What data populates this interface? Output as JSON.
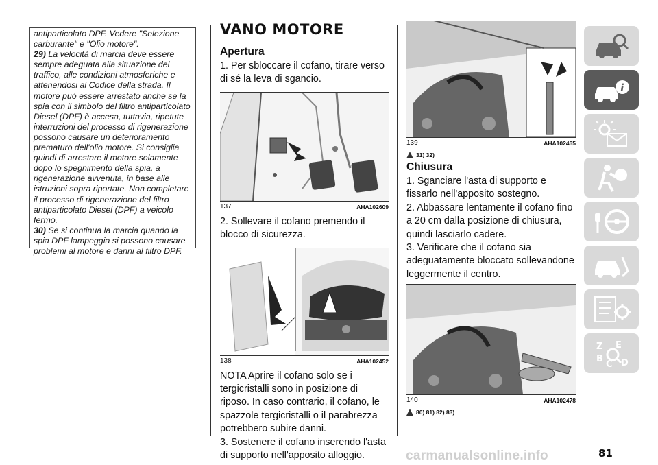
{
  "note": {
    "intro": "antiparticolato DPF. Vedere \"Selezione carburante\" e \"Olio motore\".",
    "n29_label": "29)",
    "n29_text": "La velocità di marcia deve essere sempre adeguata alla situazione del traffico, alle condizioni atmosferiche e attenendosi al Codice della strada. Il motore può essere arrestato anche se la spia con il simbolo del filtro antiparticolato Diesel (DPF) è accesa, tuttavia, ripetute interruzioni del processo di rigenerazione possono causare un deterioramento prematuro dell'olio motore. Si consiglia quindi di arrestare il motore solamente dopo lo spegnimento della spia, a rigenerazione avvenuta, in base alle istruzioni sopra riportate. Non completare il processo di rigenerazione del filtro antiparticolato Diesel (DPF) a veicolo fermo.",
    "n30_label": "30)",
    "n30_text": "Se si continua la marcia quando la spia DPF lampeggia si possono causare problemi al motore e danni al filtro DPF."
  },
  "section": {
    "title": "VANO MOTORE",
    "apertura": {
      "heading": "Apertura",
      "step1": "1. Per sbloccare il cofano, tirare verso di sé la leva di sgancio.",
      "step2": "2. Sollevare il cofano premendo il blocco di sicurezza.",
      "nota": "NOTA Aprire il cofano solo se i tergicristalli sono in posizione di riposo. In caso contrario, il cofano, le spazzole tergicristalli o il parabrezza potrebbero subire danni.",
      "step3": "3. Sostenere il cofano inserendo l'asta di supporto nell'apposito alloggio."
    },
    "chiusura": {
      "heading": "Chiusura",
      "step1": "1. Sganciare l'asta di supporto e fissarlo nell'apposito sostegno.",
      "step2": "2. Abbassare lentamente il cofano fino a 20 cm dalla posizione di chiusura, quindi lasciarlo cadere.",
      "step3": "3. Verificare che il cofano sia adeguatamente bloccato sollevandone leggermente il centro."
    }
  },
  "figures": {
    "f137": {
      "number": "137",
      "code": "AHA102609"
    },
    "f138": {
      "number": "138",
      "code": "AHA102452"
    },
    "f139": {
      "number": "139",
      "code": "AHA102465",
      "refs": "31)  32)"
    },
    "f140": {
      "number": "140",
      "code": "AHA102478",
      "refs": "80)  81)  82)  83)"
    }
  },
  "sidenav": {
    "items": [
      {
        "icon": "car-search-icon",
        "active": false
      },
      {
        "icon": "car-info-icon",
        "active": true
      },
      {
        "icon": "warning-lights-icon",
        "active": false
      },
      {
        "icon": "safety-airbag-icon",
        "active": false
      },
      {
        "icon": "steering-key-icon",
        "active": false
      },
      {
        "icon": "car-service-icon",
        "active": false
      },
      {
        "icon": "maintenance-checklist-icon",
        "active": false
      },
      {
        "icon": "index-az-icon",
        "active": false
      }
    ]
  },
  "page_number": "81",
  "watermark": "carmanualsonline.info"
}
